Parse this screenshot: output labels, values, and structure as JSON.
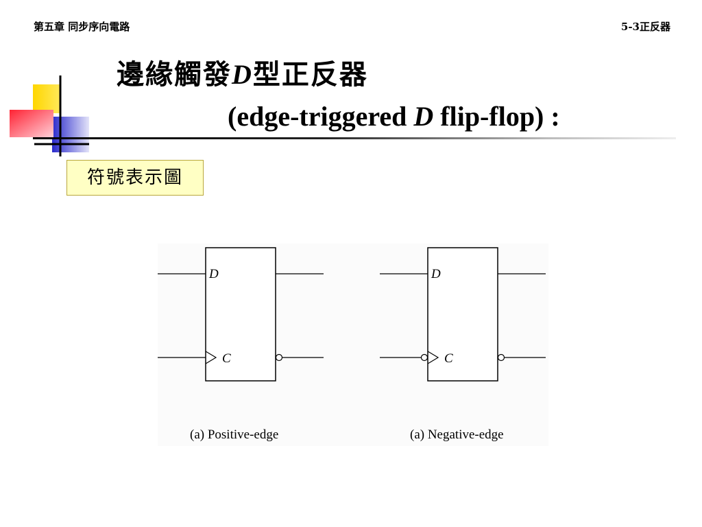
{
  "header": {
    "chapter": "第五章 同步序向電路",
    "section": "5-3正反器"
  },
  "title": {
    "zh_prefix": "邊緣觸發",
    "italic_d": "D",
    "zh_suffix": "型正反器",
    "en_prefix": "(edge-triggered ",
    "en_italic": "D",
    "en_suffix": " flip-flop) :"
  },
  "label": "符號表示圖",
  "diagram": {
    "flipflops": [
      {
        "d_label": "D",
        "c_label": "C",
        "caption": "(a) Positive-edge"
      },
      {
        "d_label": "D",
        "c_label": "C",
        "caption": "(a) Negative-edge"
      }
    ]
  },
  "colors": {
    "deco_yellow": "#ffd600",
    "deco_blue": "#3333cc",
    "deco_red": "#ff3344",
    "label_bg": "#ffffc4"
  }
}
